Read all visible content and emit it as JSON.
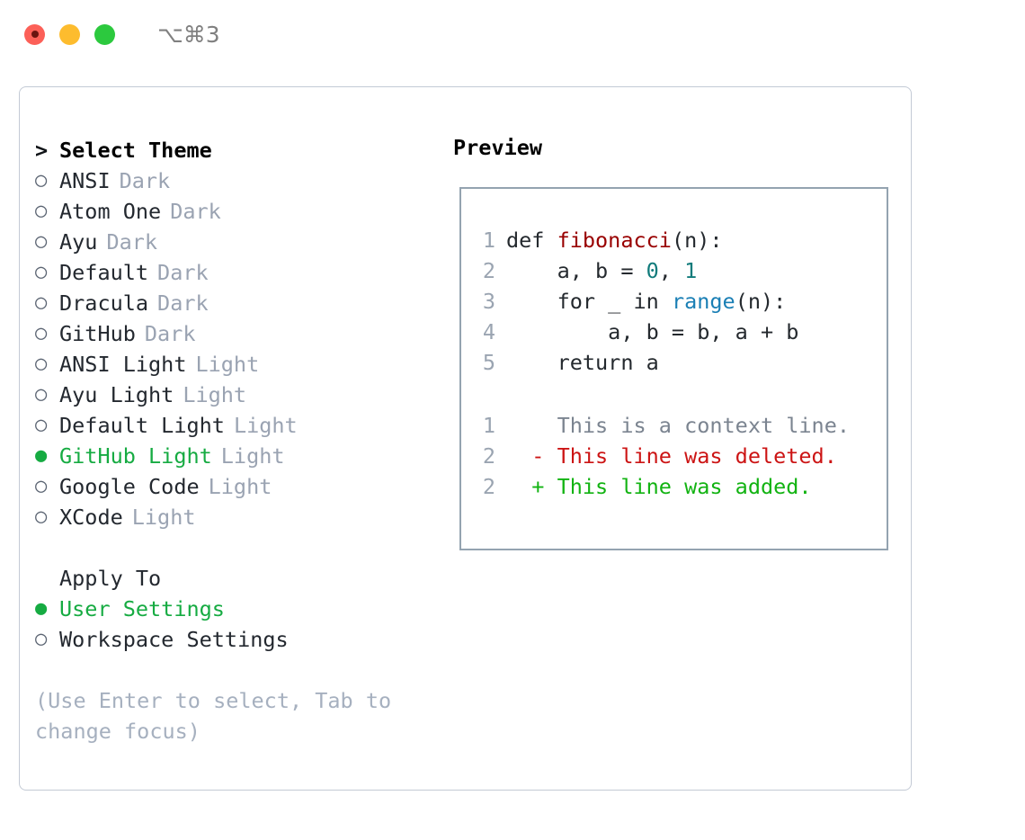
{
  "titlebar": {
    "shortcut": "⌥⌘3",
    "buttons": [
      {
        "name": "close",
        "color": "#fc6058"
      },
      {
        "name": "minimize",
        "color": "#fdbc2e"
      },
      {
        "name": "zoom",
        "color": "#2cc93e"
      }
    ]
  },
  "colors": {
    "accent_green": "#16ab42",
    "tag_gray": "#9aa3b2",
    "hint_gray": "#a6b0bf",
    "panel_border": "#c3cad5",
    "preview_border": "#94a3b0",
    "diff_add": "#12b312",
    "diff_del": "#cc1414",
    "diff_ctx": "#7b8490",
    "code_func": "#990000",
    "code_num": "#117b7b",
    "code_builtin": "#1a7fb5"
  },
  "theme_section": {
    "marker": ">",
    "title": "Select Theme",
    "bullet_unselected": "○",
    "bullet_selected": "●",
    "items": [
      {
        "label": "ANSI",
        "tag": "Dark",
        "selected": false
      },
      {
        "label": "Atom One",
        "tag": "Dark",
        "selected": false
      },
      {
        "label": "Ayu",
        "tag": "Dark",
        "selected": false
      },
      {
        "label": "Default",
        "tag": "Dark",
        "selected": false
      },
      {
        "label": "Dracula",
        "tag": "Dark",
        "selected": false
      },
      {
        "label": "GitHub",
        "tag": "Dark",
        "selected": false
      },
      {
        "label": "ANSI Light",
        "tag": "Light",
        "selected": false
      },
      {
        "label": "Ayu Light",
        "tag": "Light",
        "selected": false
      },
      {
        "label": "Default Light",
        "tag": "Light",
        "selected": false
      },
      {
        "label": "GitHub Light",
        "tag": "Light",
        "selected": true
      },
      {
        "label": "Google Code",
        "tag": "Light",
        "selected": false
      },
      {
        "label": "XCode",
        "tag": "Light",
        "selected": false
      }
    ]
  },
  "apply_section": {
    "title": "Apply To",
    "items": [
      {
        "label": "User Settings",
        "selected": true
      },
      {
        "label": "Workspace Settings",
        "selected": false
      }
    ]
  },
  "hint": "(Use Enter to select, Tab to change focus)",
  "preview": {
    "title": "Preview",
    "code_lines": [
      {
        "no": "1",
        "parts": [
          {
            "t": "def ",
            "c": "plain"
          },
          {
            "t": "fibonacci",
            "c": "func"
          },
          {
            "t": "(n):",
            "c": "plain"
          }
        ]
      },
      {
        "no": "2",
        "parts": [
          {
            "t": "    a, b = ",
            "c": "plain"
          },
          {
            "t": "0",
            "c": "num"
          },
          {
            "t": ", ",
            "c": "plain"
          },
          {
            "t": "1",
            "c": "num"
          }
        ]
      },
      {
        "no": "3",
        "parts": [
          {
            "t": "    for _ in ",
            "c": "plain"
          },
          {
            "t": "range",
            "c": "builtin"
          },
          {
            "t": "(n):",
            "c": "plain"
          }
        ]
      },
      {
        "no": "4",
        "parts": [
          {
            "t": "        a, b = b, a + b",
            "c": "plain"
          }
        ]
      },
      {
        "no": "5",
        "parts": [
          {
            "t": "    return a",
            "c": "plain"
          }
        ]
      }
    ],
    "diff_lines": [
      {
        "no": "1",
        "sign": " ",
        "text": "This is a context line.",
        "kind": "ctx"
      },
      {
        "no": "2",
        "sign": "-",
        "text": "This line was deleted.",
        "kind": "del"
      },
      {
        "no": "2",
        "sign": "+",
        "text": "This line was added.",
        "kind": "add"
      }
    ]
  }
}
